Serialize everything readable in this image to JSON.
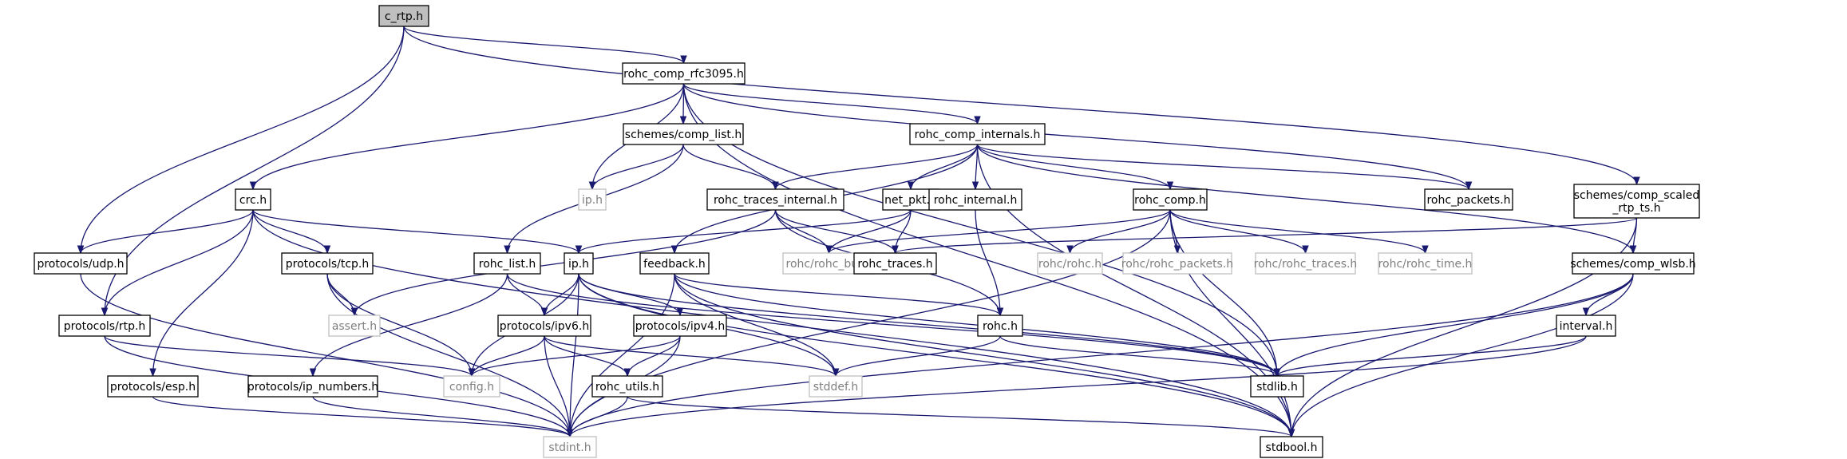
{
  "graph": {
    "nodes": [
      {
        "id": "c_rtp",
        "label": "c_rtp.h",
        "kind": "root"
      },
      {
        "id": "rfc3095",
        "label": "rohc_comp_rfc3095.h",
        "kind": "doc"
      },
      {
        "id": "scaled_ts",
        "label": "schemes/comp_scaled\n_rtp_ts.h",
        "kind": "doc"
      },
      {
        "id": "comp_list",
        "label": "schemes/comp_list.h",
        "kind": "doc"
      },
      {
        "id": "comp_internals",
        "label": "rohc_comp_internals.h",
        "kind": "doc"
      },
      {
        "id": "crc",
        "label": "crc.h",
        "kind": "doc"
      },
      {
        "id": "ip_sys",
        "label": "ip.h",
        "kind": "sys"
      },
      {
        "id": "traces_internal",
        "label": "rohc_traces_internal.h",
        "kind": "doc"
      },
      {
        "id": "net_pkt",
        "label": "net_pkt.h",
        "kind": "doc"
      },
      {
        "id": "rohc_internal",
        "label": "rohc_internal.h",
        "kind": "doc"
      },
      {
        "id": "rohc_comp",
        "label": "rohc_comp.h",
        "kind": "doc"
      },
      {
        "id": "rohc_packets",
        "label": "rohc_packets.h",
        "kind": "doc"
      },
      {
        "id": "udp",
        "label": "protocols/udp.h",
        "kind": "doc"
      },
      {
        "id": "tcp",
        "label": "protocols/tcp.h",
        "kind": "doc"
      },
      {
        "id": "rohc_list",
        "label": "rohc_list.h",
        "kind": "doc"
      },
      {
        "id": "ip_h",
        "label": "ip.h",
        "kind": "doc"
      },
      {
        "id": "feedback",
        "label": "feedback.h",
        "kind": "doc"
      },
      {
        "id": "rohc_buf",
        "label": "rohc/rohc_buf.h",
        "kind": "sys"
      },
      {
        "id": "rohc_traces",
        "label": "rohc_traces.h",
        "kind": "doc"
      },
      {
        "id": "rohc_rohc",
        "label": "rohc/rohc.h",
        "kind": "sys"
      },
      {
        "id": "rohc_rohc_packets",
        "label": "rohc/rohc_packets.h",
        "kind": "sys"
      },
      {
        "id": "rohc_rohc_traces",
        "label": "rohc/rohc_traces.h",
        "kind": "sys"
      },
      {
        "id": "rohc_rohc_time",
        "label": "rohc/rohc_time.h",
        "kind": "sys"
      },
      {
        "id": "comp_wlsb",
        "label": "schemes/comp_wlsb.h",
        "kind": "doc"
      },
      {
        "id": "rtp",
        "label": "protocols/rtp.h",
        "kind": "doc"
      },
      {
        "id": "assert",
        "label": "assert.h",
        "kind": "sys"
      },
      {
        "id": "ipv6",
        "label": "protocols/ipv6.h",
        "kind": "doc"
      },
      {
        "id": "ipv4",
        "label": "protocols/ipv4.h",
        "kind": "doc"
      },
      {
        "id": "rohc_h",
        "label": "rohc.h",
        "kind": "doc"
      },
      {
        "id": "interval",
        "label": "interval.h",
        "kind": "doc"
      },
      {
        "id": "esp",
        "label": "protocols/esp.h",
        "kind": "doc"
      },
      {
        "id": "ip_numbers",
        "label": "protocols/ip_numbers.h",
        "kind": "doc"
      },
      {
        "id": "config",
        "label": "config.h",
        "kind": "sys"
      },
      {
        "id": "rohc_utils",
        "label": "rohc_utils.h",
        "kind": "doc"
      },
      {
        "id": "stddef",
        "label": "stddef.h",
        "kind": "sys"
      },
      {
        "id": "stdlib",
        "label": "stdlib.h",
        "kind": "doc"
      },
      {
        "id": "stdint",
        "label": "stdint.h",
        "kind": "sys"
      },
      {
        "id": "stdbool",
        "label": "stdbool.h",
        "kind": "doc"
      }
    ],
    "edges": [
      [
        "c_rtp",
        "rfc3095"
      ],
      [
        "c_rtp",
        "scaled_ts"
      ],
      [
        "c_rtp",
        "udp"
      ],
      [
        "c_rtp",
        "rtp"
      ],
      [
        "rfc3095",
        "comp_list"
      ],
      [
        "rfc3095",
        "comp_internals"
      ],
      [
        "rfc3095",
        "crc"
      ],
      [
        "rfc3095",
        "ip_sys"
      ],
      [
        "rfc3095",
        "rohc_packets"
      ],
      [
        "rfc3095",
        "stdlib"
      ],
      [
        "rfc3095",
        "stdbool"
      ],
      [
        "comp_list",
        "ip_sys"
      ],
      [
        "comp_list",
        "traces_internal"
      ],
      [
        "comp_list",
        "rohc_list"
      ],
      [
        "comp_internals",
        "traces_internal"
      ],
      [
        "comp_internals",
        "net_pkt"
      ],
      [
        "comp_internals",
        "rohc_internal"
      ],
      [
        "comp_internals",
        "rohc_comp"
      ],
      [
        "comp_internals",
        "rohc_packets"
      ],
      [
        "comp_internals",
        "feedback"
      ],
      [
        "comp_internals",
        "comp_wlsb"
      ],
      [
        "comp_internals",
        "stdbool"
      ],
      [
        "crc",
        "udp"
      ],
      [
        "crc",
        "tcp"
      ],
      [
        "crc",
        "ip_h"
      ],
      [
        "crc",
        "rtp"
      ],
      [
        "crc",
        "esp"
      ],
      [
        "crc",
        "stdbool"
      ],
      [
        "traces_internal",
        "rohc_buf"
      ],
      [
        "traces_internal",
        "rohc_traces"
      ],
      [
        "traces_internal",
        "assert"
      ],
      [
        "traces_internal",
        "rohc_h"
      ],
      [
        "net_pkt",
        "ip_h"
      ],
      [
        "net_pkt",
        "rohc_buf"
      ],
      [
        "net_pkt",
        "rohc_traces"
      ],
      [
        "rohc_internal",
        "rohc_h"
      ],
      [
        "rohc_comp",
        "rohc_rohc"
      ],
      [
        "rohc_comp",
        "rohc_rohc_packets"
      ],
      [
        "rohc_comp",
        "rohc_rohc_traces"
      ],
      [
        "rohc_comp",
        "rohc_rohc_time"
      ],
      [
        "rohc_comp",
        "rohc_buf"
      ],
      [
        "rohc_comp",
        "stdlib"
      ],
      [
        "rohc_comp",
        "stdint"
      ],
      [
        "rohc_comp",
        "stdbool"
      ],
      [
        "scaled_ts",
        "comp_wlsb"
      ],
      [
        "scaled_ts",
        "rohc_traces"
      ],
      [
        "scaled_ts",
        "stdbool"
      ],
      [
        "udp",
        "stdint"
      ],
      [
        "tcp",
        "assert"
      ],
      [
        "tcp",
        "config"
      ],
      [
        "tcp",
        "stdint"
      ],
      [
        "rohc_list",
        "ipv6"
      ],
      [
        "rohc_list",
        "ip_numbers"
      ],
      [
        "rohc_list",
        "stdlib"
      ],
      [
        "ip_h",
        "ipv6"
      ],
      [
        "ip_h",
        "ipv4"
      ],
      [
        "ip_h",
        "stdint"
      ],
      [
        "ip_h",
        "stdbool"
      ],
      [
        "ip_h",
        "stdlib"
      ],
      [
        "ip_h",
        "stddef"
      ],
      [
        "ip_h",
        "config"
      ],
      [
        "feedback",
        "rohc_h"
      ],
      [
        "feedback",
        "stdint"
      ],
      [
        "feedback",
        "stddef"
      ],
      [
        "feedback",
        "stdlib"
      ],
      [
        "feedback",
        "stdbool"
      ],
      [
        "comp_wlsb",
        "interval"
      ],
      [
        "comp_wlsb",
        "stdlib"
      ],
      [
        "comp_wlsb",
        "stdint"
      ],
      [
        "comp_wlsb",
        "stdbool"
      ],
      [
        "rtp",
        "config"
      ],
      [
        "rtp",
        "stdint"
      ],
      [
        "ipv6",
        "config"
      ],
      [
        "ipv6",
        "rohc_utils"
      ],
      [
        "ipv6",
        "stdint"
      ],
      [
        "ipv6",
        "stddef"
      ],
      [
        "ipv4",
        "config"
      ],
      [
        "ipv4",
        "rohc_utils"
      ],
      [
        "ipv4",
        "stdint"
      ],
      [
        "rohc_h",
        "stddef"
      ],
      [
        "rohc_h",
        "stdlib"
      ],
      [
        "interval",
        "stdlib"
      ],
      [
        "interval",
        "stdint"
      ],
      [
        "esp",
        "stdint"
      ],
      [
        "ip_numbers",
        "stdint"
      ],
      [
        "rohc_utils",
        "stdint"
      ],
      [
        "rohc_utils",
        "stdbool"
      ]
    ]
  }
}
